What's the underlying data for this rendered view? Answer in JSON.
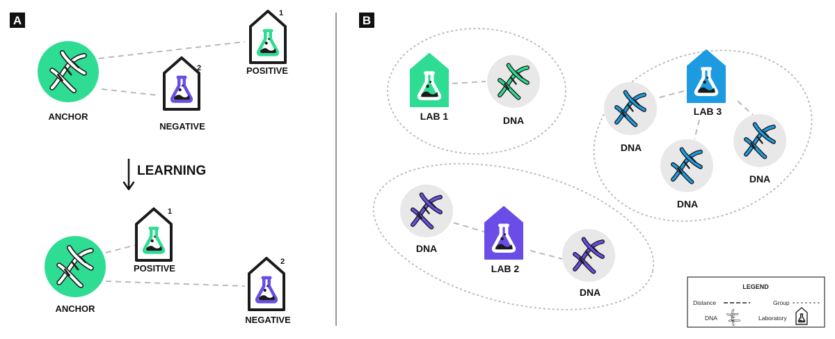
{
  "panels": {
    "a": {
      "tag": "A",
      "top": {
        "anchor_label": "ANCHOR",
        "positive_label": "POSITIVE",
        "negative_label": "NEGATIVE",
        "positive_rank": "1",
        "negative_rank": "2"
      },
      "step_label": "LEARNING",
      "bottom": {
        "anchor_label": "ANCHOR",
        "positive_label": "POSITIVE",
        "negative_label": "NEGATIVE",
        "positive_rank": "1",
        "negative_rank": "2"
      }
    },
    "b": {
      "tag": "B",
      "groups": [
        {
          "lab_label": "LAB 1",
          "dna_labels": [
            "DNA"
          ],
          "color": "#2fdc93"
        },
        {
          "lab_label": "LAB 2",
          "dna_labels": [
            "DNA",
            "DNA"
          ],
          "color": "#6a4de6"
        },
        {
          "lab_label": "LAB 3",
          "dna_labels": [
            "DNA",
            "DNA",
            "DNA"
          ],
          "color": "#1d9be0"
        }
      ]
    }
  },
  "legend": {
    "title": "LEGEND",
    "distance_label": "Distance",
    "group_label": "Group",
    "dna_label": "DNA",
    "lab_label": "Laboratory"
  },
  "colors": {
    "anchor_fill": "#2fdc93",
    "positive": "#2fdc93",
    "negative": "#6a4de6",
    "lab3": "#1d9be0",
    "dna_bg": "#e8e8e8",
    "connector": "#b8b8b8"
  },
  "icons": [
    "dna-icon",
    "flask-icon",
    "lab-house-icon",
    "arrow-down-icon"
  ]
}
